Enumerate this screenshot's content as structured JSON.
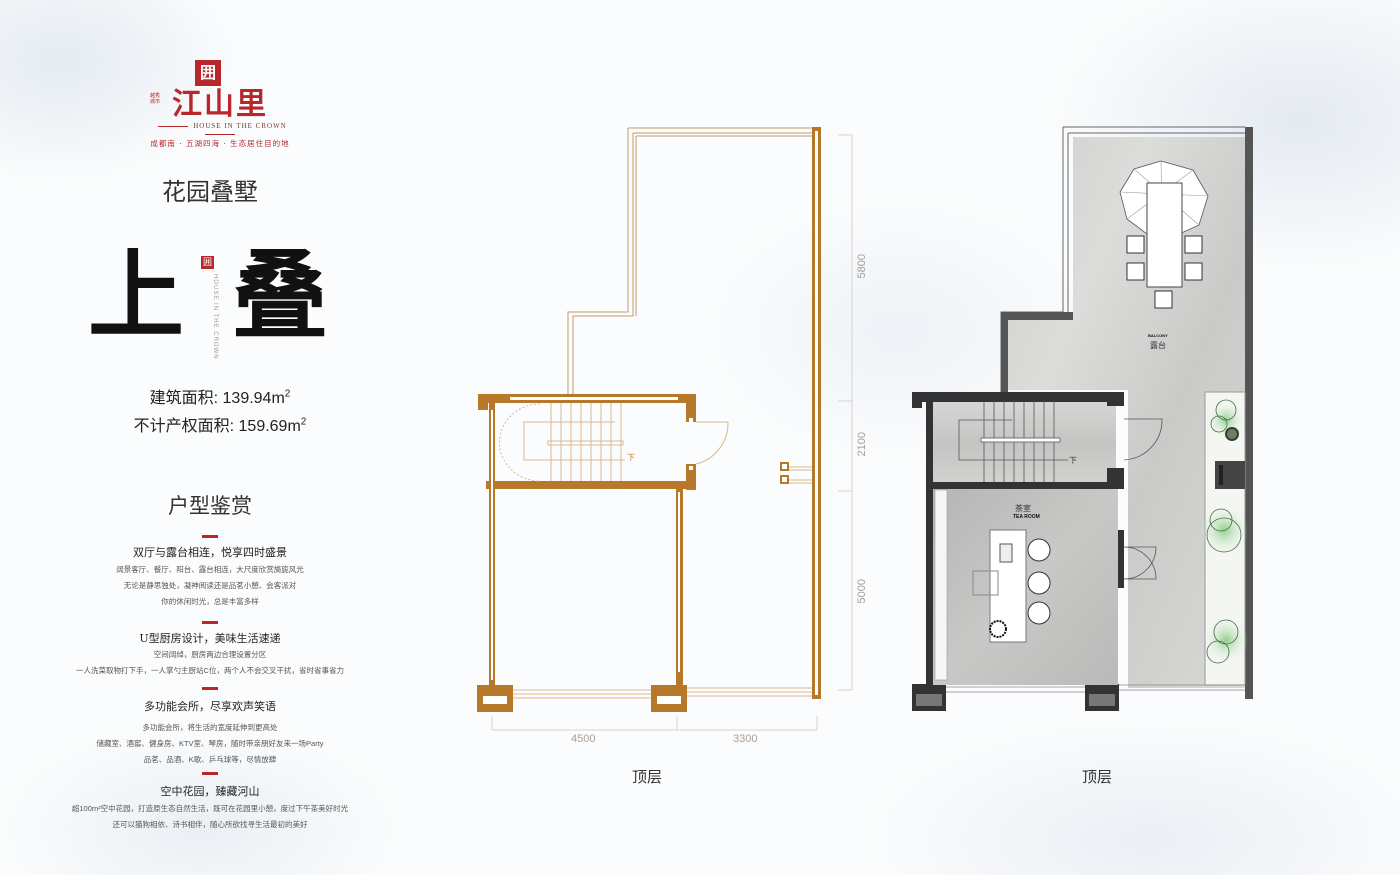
{
  "brand": {
    "seal_char": "囲",
    "name": "江山里",
    "small_text": "越秀城市",
    "english": "HOUSE IN THE CROWN",
    "tagline": "成都南 · 五湖四海 · 生态居住目的地",
    "accent_color": "#b8272b"
  },
  "product": {
    "category": "花园叠墅",
    "type_char_1": "上",
    "type_char_2": "叠",
    "vertical_english": "HOUSE IN THE CROWN"
  },
  "areas": {
    "building_area_label": "建筑面积: 139.94m",
    "building_area_value": "139.94",
    "building_area_unit_sup": "2",
    "extra_area_label": "不计产权面积: 159.69m",
    "extra_area_value": "159.69",
    "extra_area_unit_sup": "2"
  },
  "features": {
    "title": "户型鉴赏",
    "items": [
      {
        "heading": "双厅与露台相连，悦享四时盛景",
        "lines": [
          "阔景客厅、餐厅、阳台、露台相连，大尺度欣赏旖旎风光",
          "无论是静思独处，凝神阅读还是品茗小憩、会客派对",
          "你的休闲时光，总是丰富多样"
        ]
      },
      {
        "heading": "U型厨房设计，美味生活速递",
        "lines": [
          "空间阔绰，厨房两边合理设置分区",
          "一人洗菜取物打下手，一人掌勺主厨站C位，两个人不会交叉干扰，省时省事省力"
        ]
      },
      {
        "heading": "多功能会所，尽享欢声笑语",
        "lines": [
          "多功能会所，将生活的宽度延伸到更高处",
          "储藏室、酒窖、健身房、KTV室、琴房，随时带亲朋好友来一场Party",
          "品茗、品酒、K歌、乒乓球等，尽情放肆"
        ]
      },
      {
        "heading": "空中花园，臻藏河山",
        "lines": [
          "超100m²空中花园，打造原生态自然生活，既可在花园里小憩，度过下午茶美好时光",
          "还可以猫狗相依、诗书相伴，随心所欲找寻生活最初的美好"
        ]
      }
    ]
  },
  "plans": {
    "left": {
      "label": "顶层",
      "line_color": "#b8782a",
      "stair_label": "下",
      "dimensions": {
        "vertical": [
          "5800",
          "2100",
          "5000"
        ],
        "horizontal": [
          "4500",
          "3300"
        ]
      }
    },
    "right": {
      "label": "顶层",
      "wall_color": "#555555",
      "stair_label": "下",
      "rooms": [
        {
          "name_cn": "露台",
          "name_en": "BALCONY"
        },
        {
          "name_cn": "茶室",
          "name_en": "TEA ROOM"
        }
      ]
    }
  }
}
